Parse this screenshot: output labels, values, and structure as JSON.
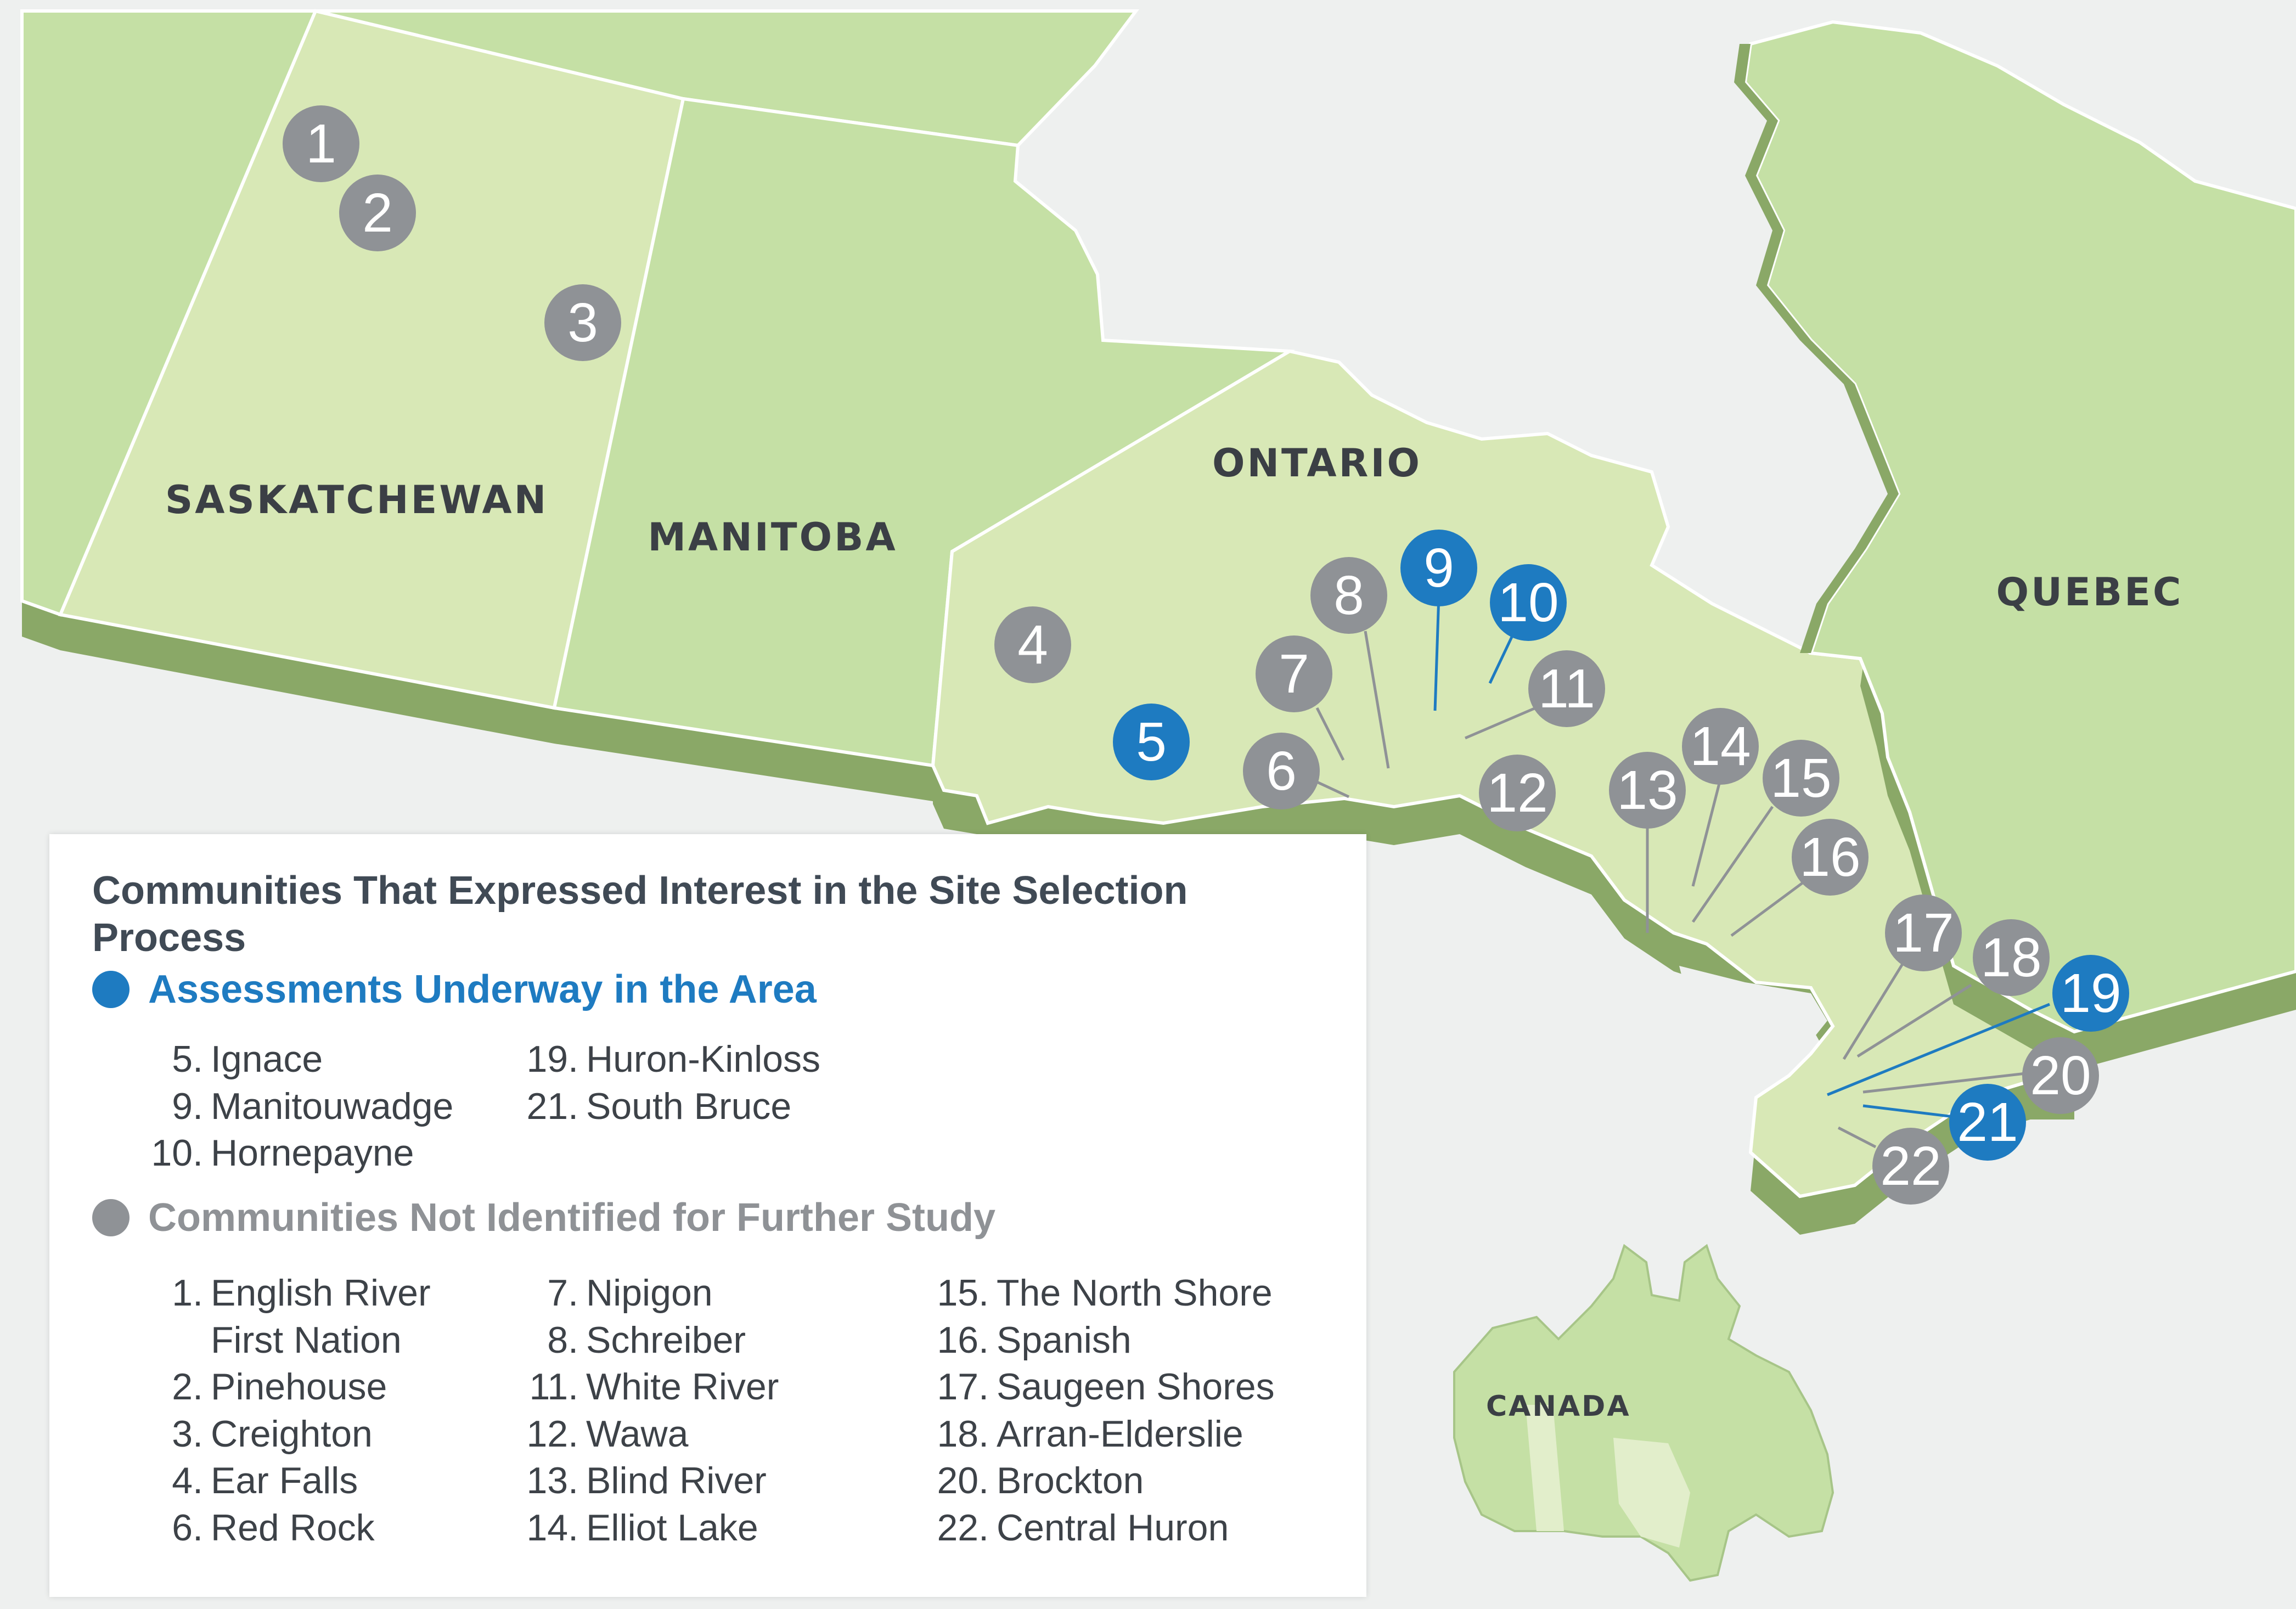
{
  "map": {
    "regions": {
      "saskatchewan": "SASKATCHEWAN",
      "manitoba": "MANITOBA",
      "ontario": "ONTARIO",
      "quebec": "QUEBEC"
    },
    "inset_label": "CANADA",
    "colors": {
      "land_light": "#d8e8b6",
      "land": "#c5e0a5",
      "land_edge": "#8aa867",
      "water": "#eef0ef",
      "assessment_marker": "#1e7bc1",
      "not_identified_marker": "#8f9296"
    },
    "markers": [
      {
        "id": 1,
        "status": "not_identified"
      },
      {
        "id": 2,
        "status": "not_identified"
      },
      {
        "id": 3,
        "status": "not_identified"
      },
      {
        "id": 4,
        "status": "not_identified"
      },
      {
        "id": 5,
        "status": "assessment"
      },
      {
        "id": 6,
        "status": "not_identified"
      },
      {
        "id": 7,
        "status": "not_identified"
      },
      {
        "id": 8,
        "status": "not_identified"
      },
      {
        "id": 9,
        "status": "assessment"
      },
      {
        "id": 10,
        "status": "assessment"
      },
      {
        "id": 11,
        "status": "not_identified"
      },
      {
        "id": 12,
        "status": "not_identified"
      },
      {
        "id": 13,
        "status": "not_identified"
      },
      {
        "id": 14,
        "status": "not_identified"
      },
      {
        "id": 15,
        "status": "not_identified"
      },
      {
        "id": 16,
        "status": "not_identified"
      },
      {
        "id": 17,
        "status": "not_identified"
      },
      {
        "id": 18,
        "status": "not_identified"
      },
      {
        "id": 19,
        "status": "assessment"
      },
      {
        "id": 20,
        "status": "not_identified"
      },
      {
        "id": 21,
        "status": "assessment"
      },
      {
        "id": 22,
        "status": "not_identified"
      }
    ]
  },
  "legend": {
    "title": "Communities That Expressed Interest in the Site Selection Process",
    "assessment": {
      "heading": "Assessments Underway in the Area",
      "columns": [
        [
          {
            "num": "5.",
            "name": "Ignace"
          },
          {
            "num": "9.",
            "name": "Manitouwadge"
          },
          {
            "num": "10.",
            "name": "Hornepayne"
          }
        ],
        [
          {
            "num": "19.",
            "name": "Huron-Kinloss"
          },
          {
            "num": "21.",
            "name": "South Bruce"
          }
        ]
      ]
    },
    "not_identified": {
      "heading": "Communities Not Identified for Further Study",
      "columns": [
        [
          {
            "num": "1.",
            "name": "English River"
          },
          {
            "num": "",
            "name": "First Nation"
          },
          {
            "num": "2.",
            "name": "Pinehouse"
          },
          {
            "num": "3.",
            "name": "Creighton"
          },
          {
            "num": "4.",
            "name": "Ear Falls"
          },
          {
            "num": "6.",
            "name": "Red Rock"
          }
        ],
        [
          {
            "num": "7.",
            "name": "Nipigon"
          },
          {
            "num": "8.",
            "name": "Schreiber"
          },
          {
            "num": "11.",
            "name": "White River"
          },
          {
            "num": "12.",
            "name": "Wawa"
          },
          {
            "num": "13.",
            "name": "Blind River"
          },
          {
            "num": "14.",
            "name": "Elliot Lake"
          }
        ],
        [
          {
            "num": "15.",
            "name": "The North Shore"
          },
          {
            "num": "16.",
            "name": "Spanish"
          },
          {
            "num": "17.",
            "name": "Saugeen Shores"
          },
          {
            "num": "18.",
            "name": "Arran-Elderslie"
          },
          {
            "num": "20.",
            "name": "Brockton"
          },
          {
            "num": "22.",
            "name": "Central Huron"
          }
        ]
      ]
    }
  }
}
